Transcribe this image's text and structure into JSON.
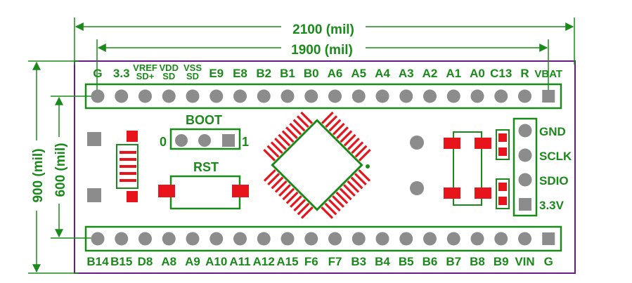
{
  "dimensions": {
    "board_width_label": "2100 (mil)",
    "header_spacing_label": "1900 (mil)",
    "board_height_label": "900 (mil)",
    "row_spacing_label": "600 (mil)"
  },
  "top_pins": [
    "G",
    "3.3",
    "VREF SD+",
    "VDD SD",
    "VSS SD",
    "E9",
    "E8",
    "B2",
    "B1",
    "B0",
    "A6",
    "A5",
    "A4",
    "A3",
    "A2",
    "A1",
    "A0",
    "C13",
    "R",
    "VBAT"
  ],
  "bottom_pins": [
    "B14",
    "B15",
    "D8",
    "A8",
    "A9",
    "A10",
    "A11",
    "A12",
    "A15",
    "F6",
    "F7",
    "B3",
    "B4",
    "B5",
    "B6",
    "B7",
    "B8",
    "B9",
    "VIN",
    "G"
  ],
  "boot": {
    "title": "BOOT",
    "left": "0",
    "right": "1"
  },
  "reset": {
    "title": "RST"
  },
  "debug_pins": [
    "GND",
    "SCLK",
    "SDIO",
    "3.3V"
  ],
  "colors": {
    "silkscreen": "#1a8a1a",
    "pad": "#8c8c8c",
    "copper": "#e8141c",
    "outline": "#6a1b8a"
  }
}
